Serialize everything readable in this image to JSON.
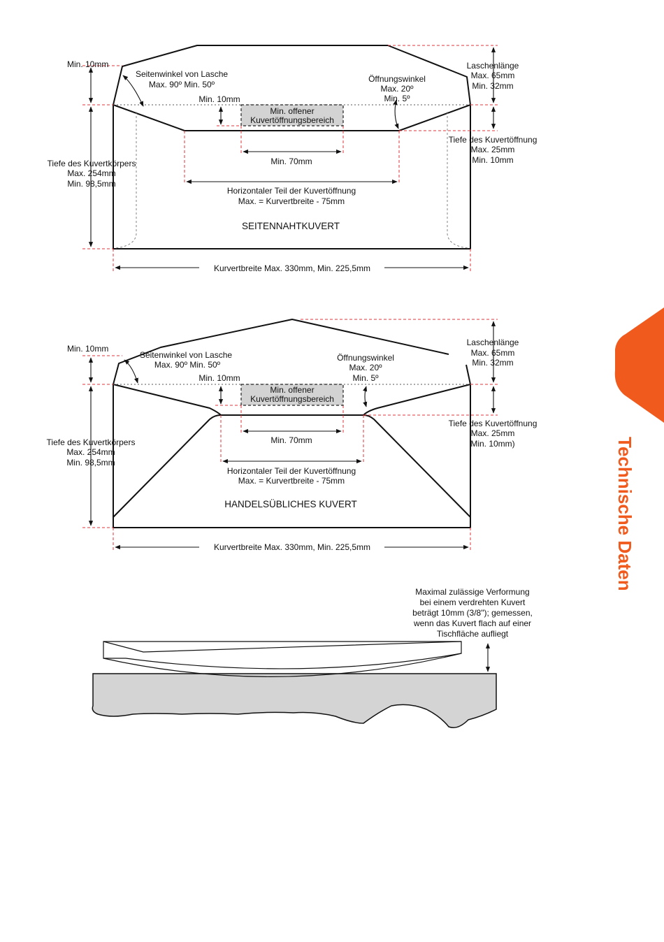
{
  "side_tab": {
    "label": "Technische Daten",
    "color": "#f15a1d"
  },
  "diagram1": {
    "title": "SEITENNAHTKUVERT",
    "min_top": "Min. 10mm",
    "side_angle": [
      "Seitenwinkel von Lasche",
      "Max. 90º    Min. 50º"
    ],
    "opening_angle": [
      "Öffnungswinkel",
      "Max. 20º",
      "Min. 5º"
    ],
    "flap_length": [
      "Laschenlänge",
      "Max. 65mm",
      "Min. 32mm"
    ],
    "min_10mm_mid": "Min. 10mm",
    "open_area": [
      "Min. offener",
      "Kuvertöffnungsbereich"
    ],
    "opening_depth": [
      "Tiefe des Kuvertöffnung",
      "Max. 25mm",
      "Min. 10mm"
    ],
    "body_depth": [
      "Tiefe des Kuvertkörpers",
      "Max. 254mm",
      "Min. 98,5mm"
    ],
    "min_70": "Min. 70mm",
    "horizontal": [
      "Horizontaler Teil der Kuvertöffnung",
      "Max. = Kurvertbreite - 75mm"
    ],
    "width": "Kurvertbreite Max. 330mm, Min. 225,5mm"
  },
  "diagram2": {
    "title": "HANDELSÜBLICHES KUVERT",
    "min_top": "Min. 10mm",
    "side_angle": [
      "Seitenwinkel von Lasche",
      "Max. 90º    Min. 50º"
    ],
    "opening_angle": [
      "Öffnungswinkel",
      "Max. 20º",
      "Min. 5º"
    ],
    "flap_length": [
      "Laschenlänge",
      "Max. 65mm",
      "Min. 32mm"
    ],
    "min_10mm_mid": "Min. 10mm",
    "open_area": [
      "Min. offener",
      "Kuvertöffnungsbereich"
    ],
    "opening_depth": [
      "Tiefe des Kuvertöffnung",
      "Max. 25mm",
      "Min. 10mm)"
    ],
    "body_depth": [
      "Tiefe des Kuvertkörpers",
      "Max. 254mm",
      "Min. 98,5mm"
    ],
    "min_70": "Min. 70mm",
    "horizontal": [
      "Horizontaler Teil der Kuvertöffnung",
      "Max. = Kurvertbreite - 75mm"
    ],
    "width": "Kurvertbreite Max. 330mm, Min. 225,5mm"
  },
  "diagram3": {
    "note": [
      "Maximal zulässige Verformung",
      "bei einem verdrehten Kuvert",
      "beträgt 10mm (3/8\"); gemessen,",
      "wenn das Kuvert flach auf einer",
      "Tischfläche aufliegt"
    ]
  }
}
